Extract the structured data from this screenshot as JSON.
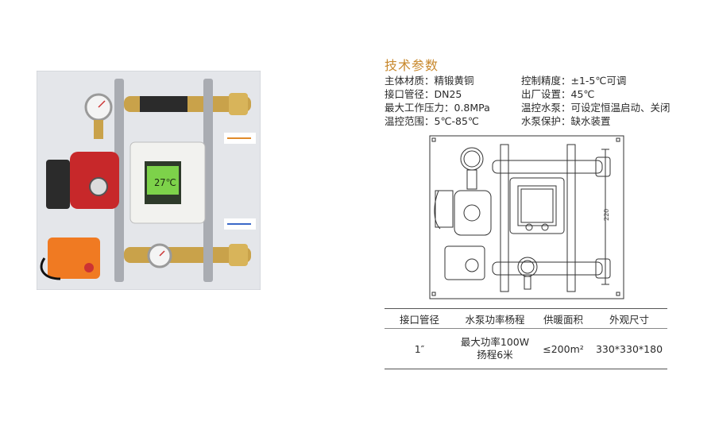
{
  "title": "技术参数",
  "specs": [
    {
      "left": "主体材质：精锻黄铜",
      "right": "控制精度：±1-5℃可调"
    },
    {
      "left": "接口管径：DN25",
      "right": "出厂设置：45℃"
    },
    {
      "left": "最大工作压力：0.8MPa",
      "right": "温控水泵：可设定恒温启动、关闭"
    },
    {
      "left": "温控范围：5℃-85℃",
      "right": "水泵保护：缺水装置"
    }
  ],
  "drawing": {
    "dimension_label": "220"
  },
  "photo": {
    "thermostat_reading": "27℃"
  },
  "table": {
    "headers": [
      "接口管径",
      "水泵功率杨程",
      "供暖面积",
      "外观尺寸"
    ],
    "row": {
      "pipe": "1″",
      "power_line1": "最大功率100W",
      "power_line2": "扬程6米",
      "area": "≤200m²",
      "size": "330*330*180"
    }
  }
}
